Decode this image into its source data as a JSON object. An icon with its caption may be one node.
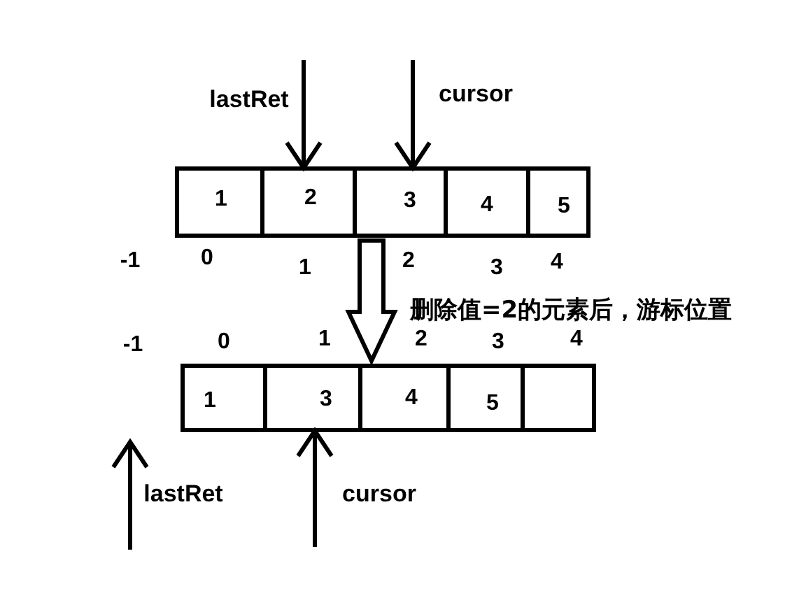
{
  "diagram": {
    "nodes": [
      {
        "text": [],
        "shape": "box"
      },
      {
        "text": [
          "1"
        ],
        "in": 0
      },
      {
        "text": [
          "2"
        ],
        "in": 0
      },
      {
        "text": [
          "3"
        ],
        "in": 0
      },
      {
        "text": [
          "4"
        ],
        "in": 0
      },
      {
        "text": [
          "5"
        ],
        "in": 0
      },
      {
        "text": [],
        "shape": "box"
      },
      {
        "text": [
          "1"
        ],
        "in": 6
      },
      {
        "text": [
          "3"
        ],
        "in": 6
      },
      {
        "text": [
          "4"
        ],
        "in": 6
      },
      {
        "text": [
          "5"
        ],
        "in": 6
      },
      {
        "text": [],
        "shape": "box",
        "in": 6
      }
    ],
    "edges": [
      {
        "from": null,
        "to": 2,
        "arrow": "to"
      },
      {
        "from": null,
        "to": 3,
        "arrow": "to"
      },
      {
        "from": 0,
        "to": 6,
        "arrow": "to",
        "style": "thick",
        "label": "删除值=2的元素后，游标位置"
      },
      {
        "from": null,
        "to": 8,
        "arrow": "to"
      }
    ],
    "labels": [
      "lastRet",
      "cursor",
      "-1",
      "0",
      "1",
      "2",
      "3",
      "4",
      "-1",
      "0",
      "1",
      "2",
      "3",
      "4",
      "lastRet",
      "cursor"
    ]
  }
}
